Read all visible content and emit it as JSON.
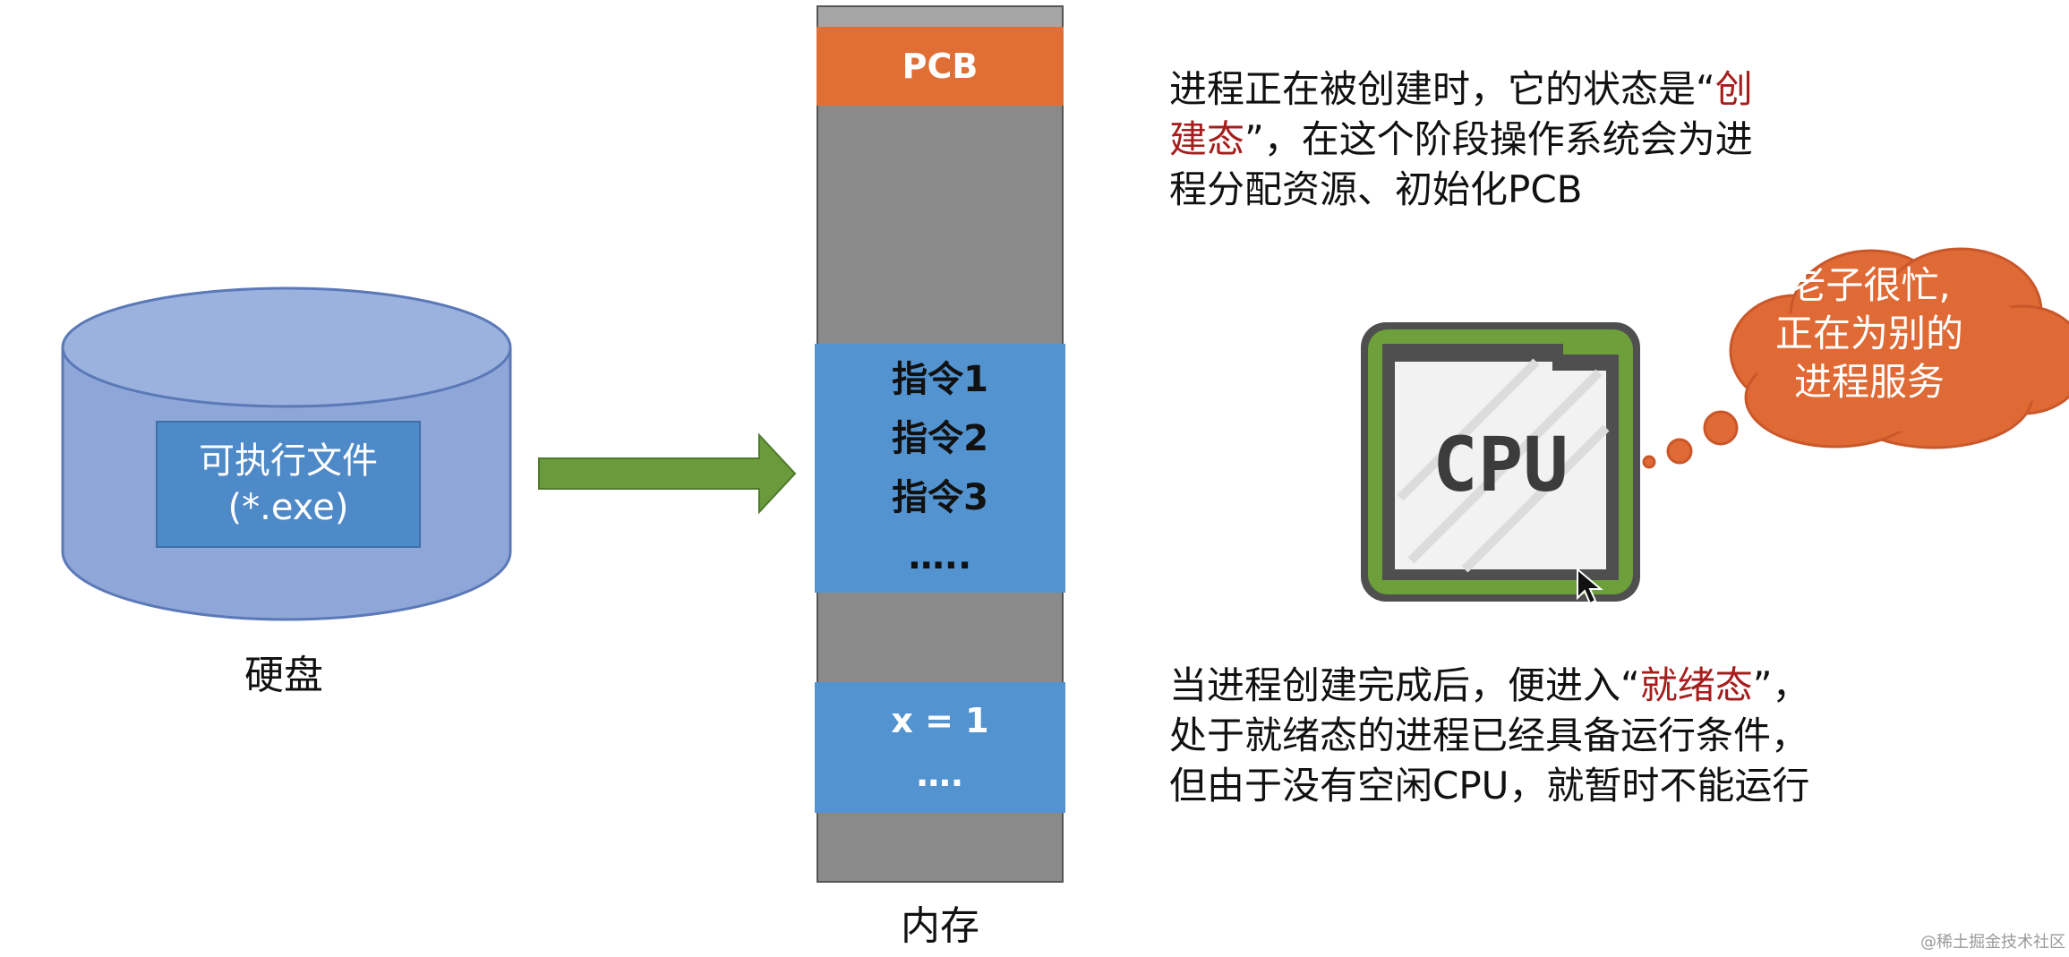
{
  "disk": {
    "file_line1": "可执行文件",
    "file_line2": "(*.exe)",
    "label": "硬盘"
  },
  "memory": {
    "pcb_label": "PCB",
    "instructions": [
      "指令1",
      "指令2",
      "指令3",
      "….."
    ],
    "data": [
      "x = 1",
      "…."
    ],
    "label": "内存"
  },
  "text_top": {
    "line1_before": "进程正在被创建时，它的状态是“",
    "line1_hl": "创",
    "line2_hl": "建态",
    "line2_after": "”，在这个阶段操作系统会为进",
    "line3": "程分配资源、初始化PCB"
  },
  "cpu": {
    "label": "CPU",
    "icon": "cpu-icon",
    "cursor_icon": "mouse-cursor-icon"
  },
  "cloud": {
    "lines": [
      "老子很忙,",
      "正在为别的",
      "进程服务"
    ]
  },
  "text_bottom": {
    "line1_before": "当进程创建完成后，便进入“",
    "line1_hl": "就绪态",
    "line1_after": "”，",
    "line2": "处于就绪态的进程已经具备运行条件，",
    "line3": "但由于没有空闲CPU，就暂时不能运行"
  },
  "watermark": "@稀土掘金技术社区",
  "colors": {
    "disk_fill": "#8fa7d8",
    "arrow": "#6a9a3c",
    "pcb": "#e06f35",
    "memory_block": "#5293d0",
    "memory_bg": "#8a8a8a",
    "highlight": "#a51d1d",
    "cloud": "#e06a35",
    "cpu_green": "#6da03b"
  }
}
